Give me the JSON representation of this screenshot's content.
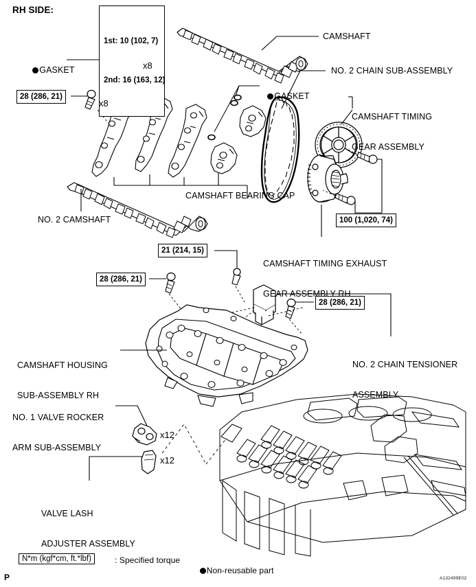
{
  "page": {
    "heading": "RH SIDE:",
    "page_mark": "P",
    "figure_code": "A132499E02"
  },
  "torque_specs": [
    {
      "id": "bearing-cap-bolt",
      "line1": "1st: 10 (102, 7)",
      "line2": "2nd: 16 (163, 12)"
    },
    {
      "id": "housing-bolt-left",
      "text": "28 (286, 21)"
    },
    {
      "id": "gear-bolt",
      "text": "100 (1,020, 74)"
    },
    {
      "id": "tensioner-stud",
      "text": "21 (214, 15)"
    },
    {
      "id": "housing-bolt-mid",
      "text": "28 (286, 21)"
    },
    {
      "id": "housing-bolt-right",
      "text": "28 (286, 21)"
    }
  ],
  "quantities": [
    {
      "id": "cap-bolt-qty",
      "text": "x8"
    },
    {
      "id": "housing-bolt-qty",
      "text": "x8"
    },
    {
      "id": "rocker-arm-qty",
      "text": "x12"
    },
    {
      "id": "lash-adjuster-qty",
      "text": "x12"
    }
  ],
  "callouts": {
    "gasket_upper": "GASKET",
    "gasket_mid": "GASKET",
    "camshaft": "CAMSHAFT",
    "no2_chain_sub_assembly": "NO. 2 CHAIN SUB-ASSEMBLY",
    "camshaft_timing_gear_assembly_l1": "CAMSHAFT TIMING",
    "camshaft_timing_gear_assembly_l2": "GEAR ASSEMBLY",
    "camshaft_bearing_cap": "CAMSHAFT BEARING CAP",
    "no2_camshaft": "NO. 2 CAMSHAFT",
    "camshaft_timing_exhaust_l1": "CAMSHAFT TIMING EXHAUST",
    "camshaft_timing_exhaust_l2": "GEAR ASSEMBLY RH",
    "camshaft_housing_l1": "CAMSHAFT HOUSING",
    "camshaft_housing_l2": "SUB-ASSEMBLY RH",
    "no2_chain_tensioner_l1": "NO. 2 CHAIN TENSIONER",
    "no2_chain_tensioner_l2": "ASSEMBLY",
    "no1_valve_rocker_l1": "NO. 1 VALVE ROCKER",
    "no1_valve_rocker_l2": "ARM SUB-ASSEMBLY",
    "valve_lash_l1": "VALVE LASH",
    "valve_lash_l2": "ADJUSTER ASSEMBLY"
  },
  "legend": {
    "unit_box": "N*m (kgf*cm, ft.*lbf)",
    "unit_suffix": ": Specified torque",
    "non_reusable": "Non-reusable part"
  },
  "colors": {
    "ink": "#000000",
    "paper": "#ffffff"
  }
}
